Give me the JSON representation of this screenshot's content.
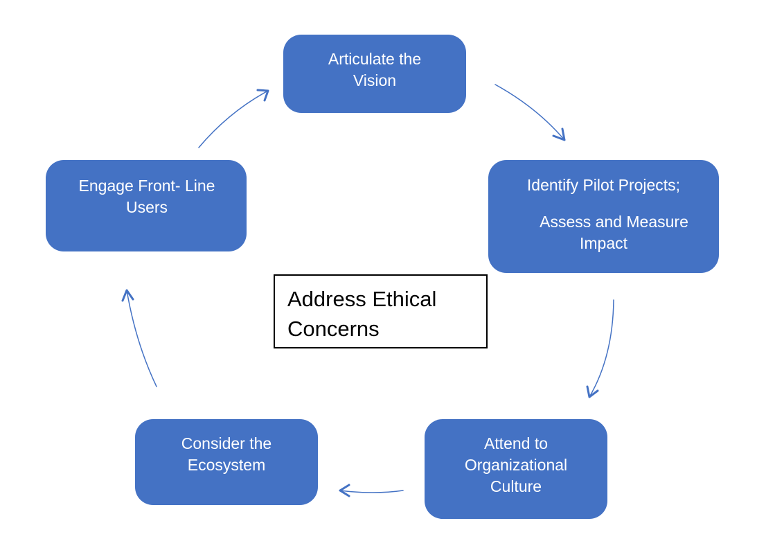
{
  "diagram": {
    "nodes": {
      "articulate": {
        "lines": [
          "Articulate the",
          "Vision"
        ]
      },
      "identify": {
        "lines": [
          "Identify Pilot Projects;",
          "Assess and Measure",
          "Impact"
        ]
      },
      "attend": {
        "lines": [
          "Attend to",
          "Organizational",
          "Culture"
        ]
      },
      "consider": {
        "lines": [
          "Consider the",
          "Ecosystem"
        ]
      },
      "engage": {
        "lines": [
          "Engage Front- Line",
          "Users"
        ]
      }
    },
    "center": {
      "lines": [
        "Address Ethical",
        "Concerns"
      ]
    },
    "colors": {
      "node_fill": "#4472c4",
      "node_text": "#ffffff",
      "arrow": "#4472c4",
      "center_border": "#000000"
    }
  }
}
